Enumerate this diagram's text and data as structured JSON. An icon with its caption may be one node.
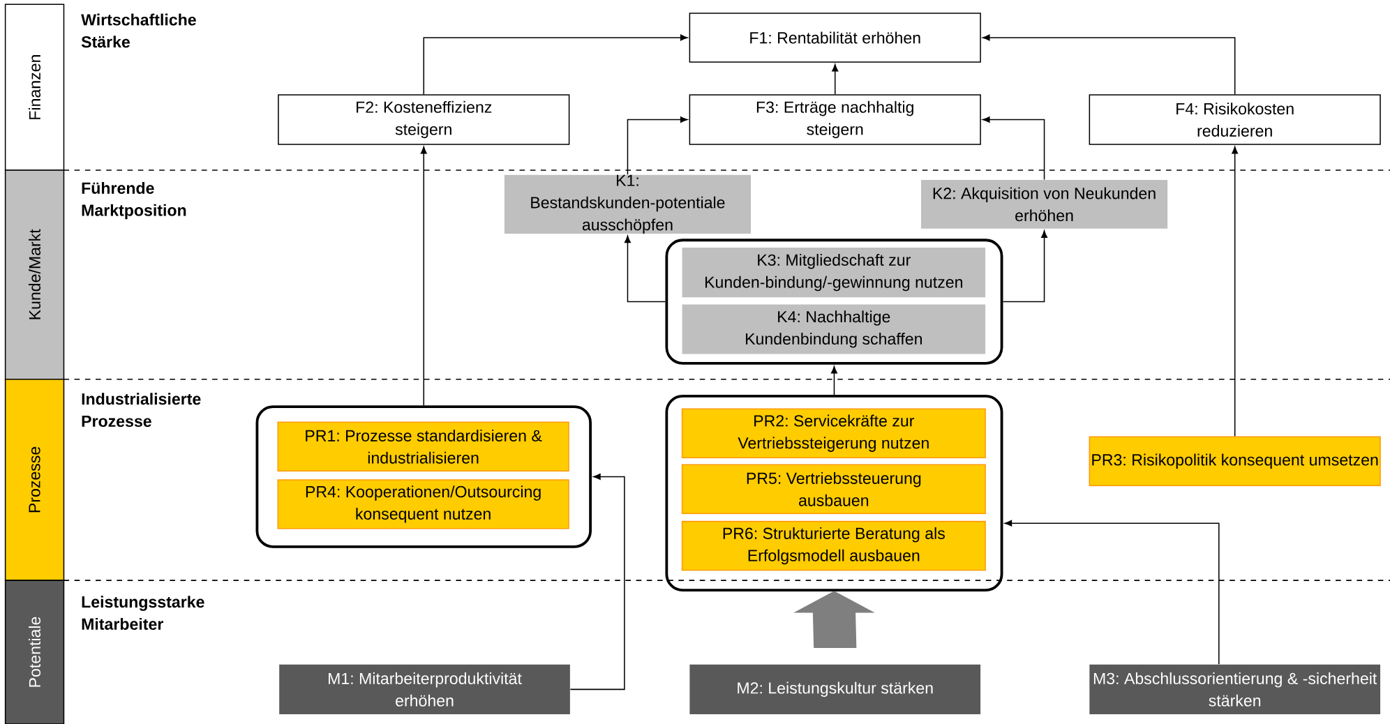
{
  "diagram": {
    "nodes": [
      {
        "text": [
          "Finanzen"
        ]
      },
      {
        "text": [
          "Kunde/Markt"
        ]
      },
      {
        "text": [
          "Prozesse"
        ]
      },
      {
        "text": [
          "Potentiale"
        ]
      },
      {
        "text": [
          "F1: Rentabilität erhöhen"
        ]
      },
      {
        "text": [
          "F2: Kosteneffizienz steigern"
        ]
      },
      {
        "text": [
          "F3: Erträge nachhaltig steigern"
        ]
      },
      {
        "text": [
          "F4: Risikokosten reduzieren"
        ]
      },
      {
        "text": [
          "K1: Bestandskunden-potentiale ausschöpfen"
        ]
      },
      {
        "text": [
          "K2: Akquisition von Neukunden erhöhen"
        ]
      },
      {
        "text": [],
        "shape": "box"
      },
      {
        "text": [
          "K3: Mitgliedschaft zur Kunden-bindung/-gewinnung nutzen"
        ],
        "in": 10
      },
      {
        "text": [
          "K4: Nachhaltige Kundenbindung schaffen"
        ],
        "in": 10
      },
      {
        "text": [],
        "shape": "box"
      },
      {
        "text": [
          "PR1: Prozesse standardisieren & industrialisieren"
        ],
        "in": 13
      },
      {
        "text": [
          "PR4: Kooperationen/Outsourcing konsequent nutzen"
        ],
        "in": 13
      },
      {
        "text": [],
        "shape": "box"
      },
      {
        "text": [
          "PR2: Servicekräfte zur Vertriebssteigerung nutzen"
        ],
        "in": 16
      },
      {
        "text": [
          "PR5: Vertriebssteuerung ausbauen"
        ],
        "in": 16
      },
      {
        "text": [
          "PR6: Strukturierte Beratung als Erfolgsmodell ausbauen"
        ],
        "in": 16
      },
      {
        "text": [
          "PR3: Risikopolitik konsequent umsetzen"
        ]
      },
      {
        "text": [
          "M1: Mitarbeiterproduktivität erhöhen"
        ]
      },
      {
        "text": [
          "M2: Leistungskultur stärken"
        ]
      },
      {
        "text": [
          "M3: Abschlussorientierung & -sicherheit stärken"
        ]
      }
    ],
    "edges": [
      {
        "from": 5,
        "to": 4,
        "arrow": "to"
      },
      {
        "from": 6,
        "to": 4,
        "arrow": "to"
      },
      {
        "from": 7,
        "to": 4,
        "arrow": "to"
      },
      {
        "from": 8,
        "to": 6,
        "arrow": "to"
      },
      {
        "from": 9,
        "to": 6,
        "arrow": "to"
      },
      {
        "from": 10,
        "to": 8,
        "arrow": "to"
      },
      {
        "from": 10,
        "to": 9,
        "arrow": "to"
      },
      {
        "from": 16,
        "to": 10,
        "arrow": "to"
      },
      {
        "from": 13,
        "to": 5,
        "arrow": "to"
      },
      {
        "from": 20,
        "to": 7,
        "arrow": "to"
      },
      {
        "from": 21,
        "to": 13,
        "arrow": "to"
      },
      {
        "from": 23,
        "to": 16,
        "arrow": "to"
      },
      {
        "from": 22,
        "to": 16,
        "arrow": "to",
        "style": "thick",
        "color": "#7f7f7f"
      }
    ],
    "labels": [
      "Wirtschaftliche Stärke",
      "Führende Marktposition",
      "Industrialisierte Prozesse",
      "Leistungsstarke Mitarbeiter"
    ]
  }
}
